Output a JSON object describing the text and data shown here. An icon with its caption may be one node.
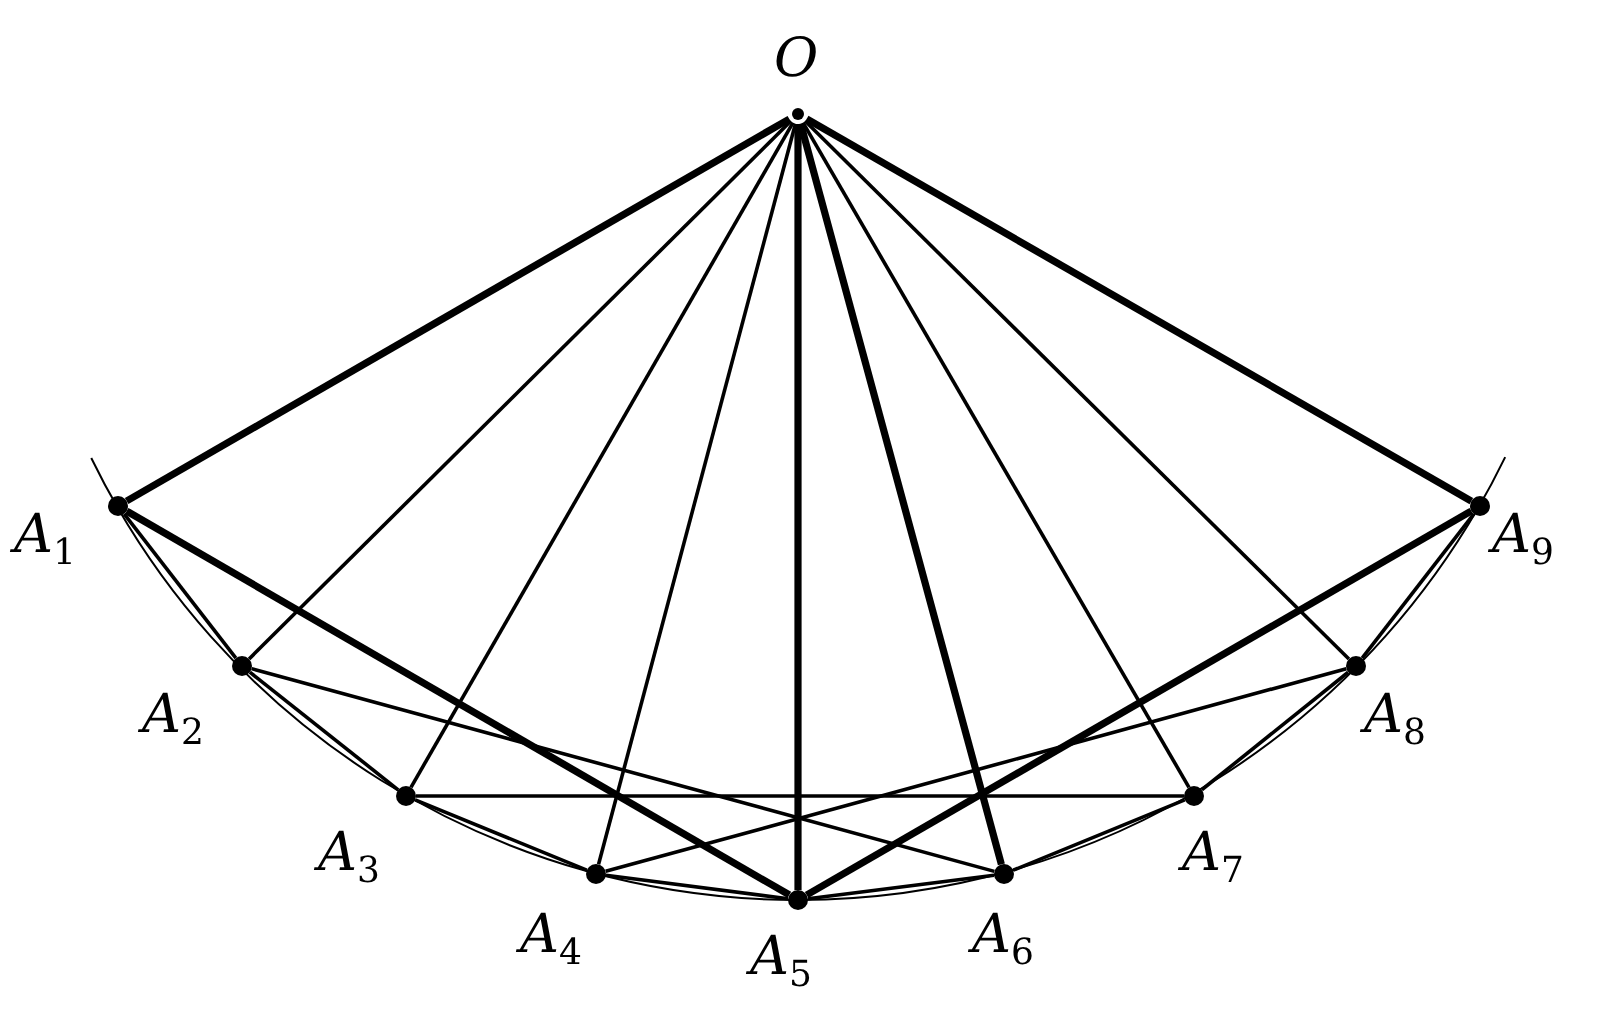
{
  "diagram": {
    "nodes": [
      {
        "text": [
          "O"
        ]
      },
      {
        "text": [
          "A$_{1}$"
        ]
      },
      {
        "text": [
          "A$_{2}$"
        ]
      },
      {
        "text": [
          "A$_{3}$"
        ]
      },
      {
        "text": [
          "A$_{4}$"
        ]
      },
      {
        "text": [
          "A$_{5}$"
        ]
      },
      {
        "text": [
          "A$_{6}$"
        ]
      },
      {
        "text": [
          "A$_{7}$"
        ]
      },
      {
        "text": [
          "A$_{8}$"
        ]
      },
      {
        "text": [
          "A$_{9}$"
        ]
      }
    ],
    "edges": [
      {
        "from": 0,
        "to": 1,
        "arrow": "none",
        "style": "thick"
      },
      {
        "from": 0,
        "to": 2,
        "arrow": "none"
      },
      {
        "from": 0,
        "to": 3,
        "arrow": "none"
      },
      {
        "from": 0,
        "to": 4,
        "arrow": "none"
      },
      {
        "from": 0,
        "to": 5,
        "arrow": "none",
        "style": "thick"
      },
      {
        "from": 0,
        "to": 6,
        "arrow": "none",
        "style": "thick"
      },
      {
        "from": 0,
        "to": 7,
        "arrow": "none"
      },
      {
        "from": 0,
        "to": 8,
        "arrow": "none"
      },
      {
        "from": 0,
        "to": 9,
        "arrow": "none",
        "style": "thick"
      },
      {
        "from": 1,
        "to": 2,
        "arrow": "none"
      },
      {
        "from": 2,
        "to": 3,
        "arrow": "none"
      },
      {
        "from": 3,
        "to": 4,
        "arrow": "none"
      },
      {
        "from": 4,
        "to": 5,
        "arrow": "none"
      },
      {
        "from": 5,
        "to": 6,
        "arrow": "none"
      },
      {
        "from": 6,
        "to": 7,
        "arrow": "none"
      },
      {
        "from": 7,
        "to": 8,
        "arrow": "none"
      },
      {
        "from": 8,
        "to": 9,
        "arrow": "none"
      },
      {
        "from": 1,
        "to": 5,
        "arrow": "none",
        "style": "thick"
      },
      {
        "from": 5,
        "to": 9,
        "arrow": "none",
        "style": "thick"
      },
      {
        "from": 2,
        "to": 6,
        "arrow": "none"
      },
      {
        "from": 4,
        "to": 8,
        "arrow": "none"
      },
      {
        "from": 3,
        "to": 7,
        "arrow": "none"
      }
    ]
  }
}
